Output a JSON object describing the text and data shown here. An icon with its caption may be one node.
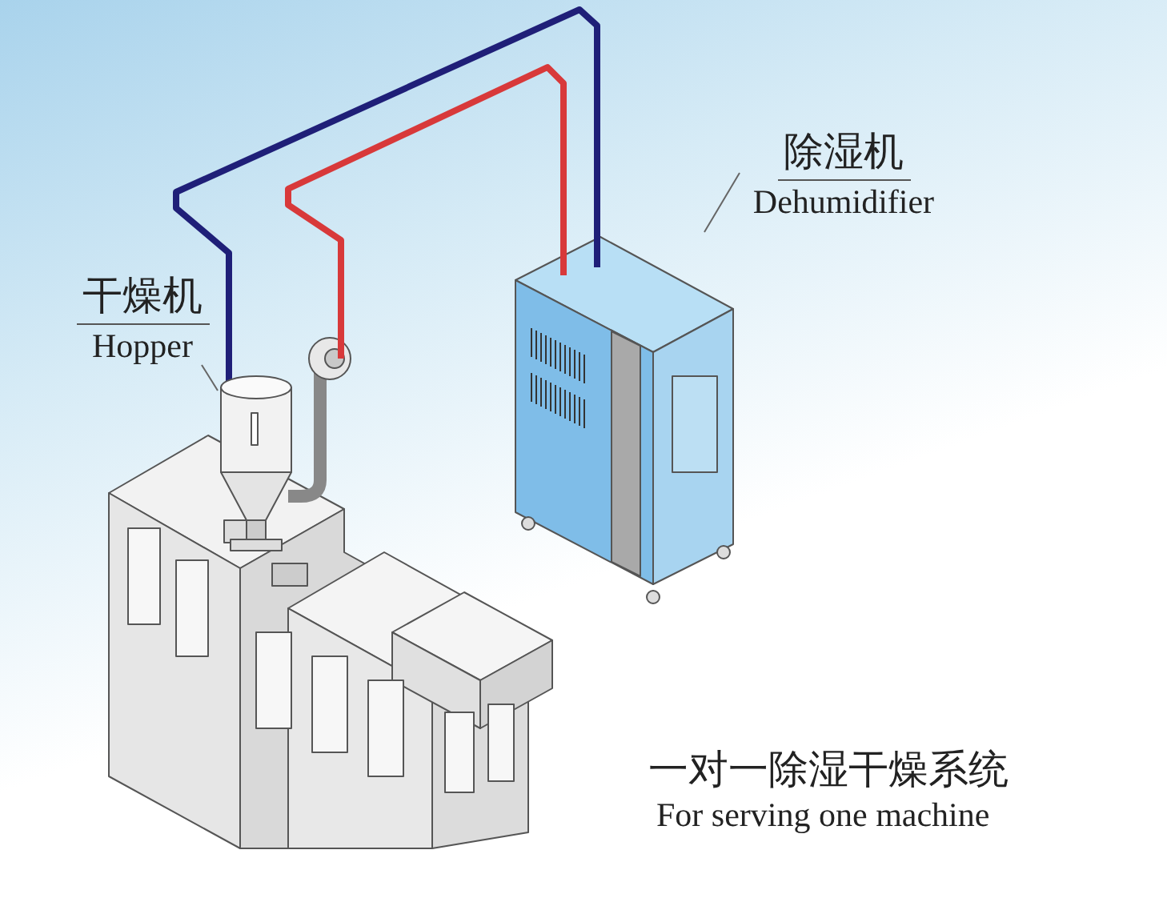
{
  "diagram": {
    "nodes": [
      {
        "text": [
          "干燥机",
          "Hopper"
        ]
      },
      {
        "text": [],
        "shape": "picture"
      },
      {
        "text": [
          "除湿机",
          "Dehumidifier"
        ]
      },
      {
        "text": [],
        "shape": "picture"
      }
    ],
    "edges": [
      {
        "from": 0,
        "to": 1,
        "arrow": "none"
      },
      {
        "from": 2,
        "to": 3,
        "arrow": "none"
      },
      {
        "from": 3,
        "to": 1,
        "arrow": "none",
        "style": "thick",
        "color": "#1f1f78"
      },
      {
        "from": 3,
        "to": 1,
        "arrow": "none",
        "style": "thick",
        "color": "#d8393a"
      }
    ],
    "labels": [
      "一对一除湿干燥系统",
      "For serving one machine"
    ]
  }
}
